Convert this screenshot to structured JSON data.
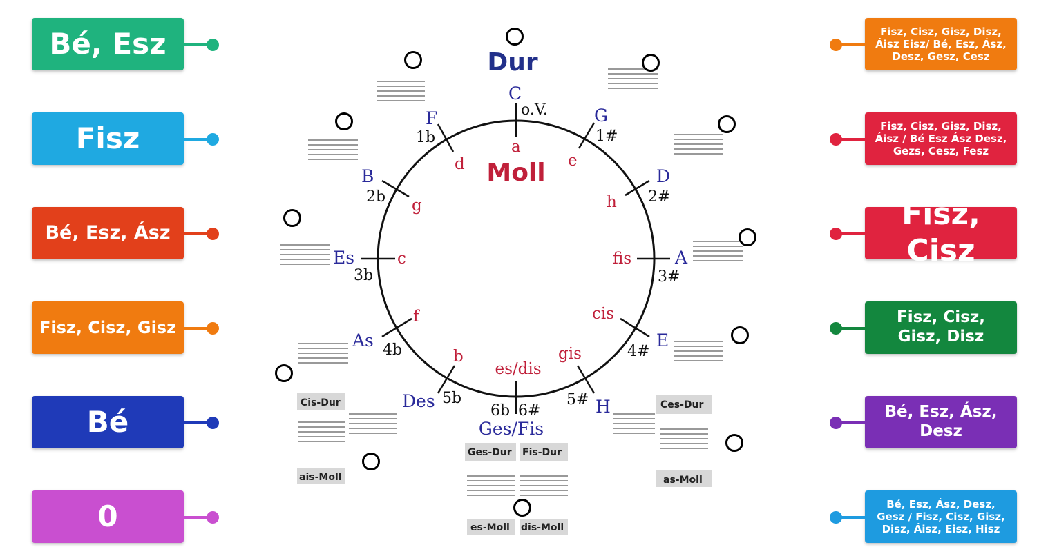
{
  "left_cards": [
    {
      "label": "Bé, Esz",
      "color": "#1fb37e"
    },
    {
      "label": "Fisz",
      "color": "#1fa9e1"
    },
    {
      "label": "Bé, Esz, Ász",
      "color": "#e2401b"
    },
    {
      "label": "Fisz, Cisz, Gisz",
      "color": "#f07b10"
    },
    {
      "label": "Bé",
      "color": "#1f3ab8"
    },
    {
      "label": "0",
      "color": "#c94fd0"
    }
  ],
  "right_cards": [
    {
      "label": "Fisz, Cisz, Gisz, Disz, Áisz Eisz/ Bé, Esz, Ász, Desz, Gesz, Cesz",
      "color": "#f07b10"
    },
    {
      "label": "Fisz, Cisz, Gisz, Disz, Áisz / Bé Esz Ász Desz, Gezs, Cesz, Fesz",
      "color": "#e0233f"
    },
    {
      "label": "Fisz, Cisz",
      "color": "#e0233f"
    },
    {
      "label": "Fisz, Cisz, Gisz, Disz",
      "color": "#13873e"
    },
    {
      "label": "Bé, Esz, Ász, Desz",
      "color": "#7a2fb5"
    },
    {
      "label": "Bé, Esz, Ász, Desz, Gesz / Fisz, Cisz, Gisz, Disz, Áisz, Eisz, Hisz",
      "color": "#1e9be0"
    }
  ],
  "diagram": {
    "dur": "Dur",
    "moll": "Moll",
    "major": {
      "C": "C",
      "G": "G",
      "D": "D",
      "A": "A",
      "E": "E",
      "H": "H",
      "GesFis": "Ges/Fis",
      "Des": "Des",
      "As": "As",
      "Es": "Es",
      "B": "B",
      "F": "F"
    },
    "minor": {
      "a": "a",
      "e": "e",
      "h": "h",
      "fis": "fis",
      "cis": "cis",
      "gis": "gis",
      "esdis": "es/dis",
      "b": "b",
      "f": "f",
      "c": "c",
      "g": "g",
      "d": "d"
    },
    "sig": {
      "ov": "o.V.",
      "s1": "1#",
      "s2": "2#",
      "s3": "3#",
      "s4": "4#",
      "s5": "5#",
      "s6": "6#",
      "b6": "6b",
      "b5": "5b",
      "b4": "4b",
      "b3": "3b",
      "b2": "2b",
      "b1": "1b"
    },
    "boxes": {
      "cisdur": "Cis-Dur",
      "aismoll": "ais-Moll",
      "cesdur": "Ces-Dur",
      "asmoll": "as-Moll",
      "gesdur": "Ges-Dur",
      "fisdur": "Fis-Dur",
      "esmoll": "es-Moll",
      "dismoll": "dis-Moll"
    }
  }
}
